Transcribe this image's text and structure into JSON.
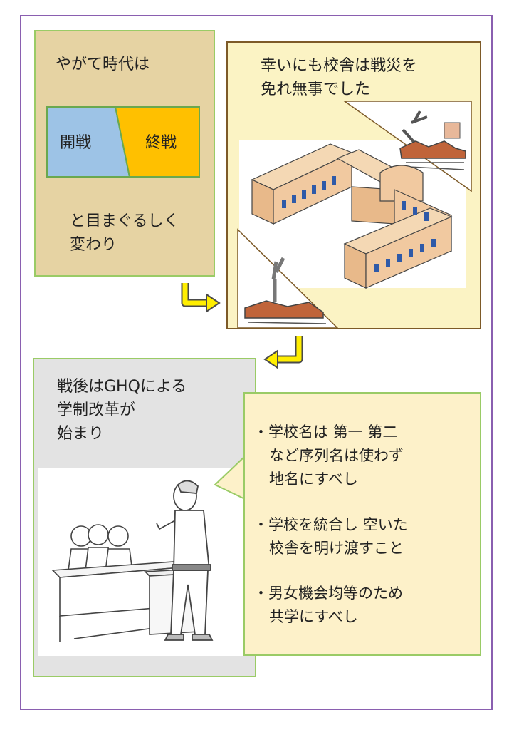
{
  "panel1": {
    "heading": "やがて時代は",
    "war_start": "開戦",
    "war_end": "終戦",
    "caption_line1": "と目まぐるしく",
    "caption_line2": "変わり",
    "colors": {
      "war_start": "#9dc3e6",
      "war_end": "#ffc000"
    }
  },
  "panel2": {
    "caption_line1": "幸いにも校舎は戦災を",
    "caption_line2": "免れ無事でした"
  },
  "panel3": {
    "caption_line1": "戦後はGHQによる",
    "caption_line2": "学制改革が",
    "caption_line3": "始まり"
  },
  "speech": {
    "item1_line1": "・学校名は 第一 第二",
    "item1_line2": "など序列名は使わず",
    "item1_line3": "地名にすべし",
    "item2_line1": "・学校を統合し 空いた",
    "item2_line2": "校舎を明け渡すこと",
    "item3_line1": "・男女機会均等のため",
    "item3_line2": "共学にすべし"
  }
}
